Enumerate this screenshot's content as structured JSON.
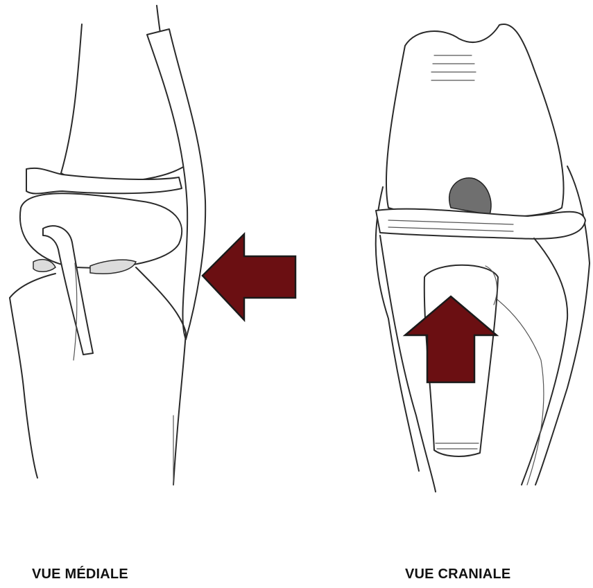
{
  "captions": {
    "left": "VUE MÉDIALE",
    "right": "VUE CRANIALE"
  },
  "colors": {
    "arrow_fill": "#6b0f12",
    "arrow_outline": "#1a1a1a",
    "line_art": "#2a2a2a",
    "background": "#ffffff"
  },
  "arrows": {
    "left_direction": "pointing-left",
    "right_direction": "pointing-up"
  }
}
